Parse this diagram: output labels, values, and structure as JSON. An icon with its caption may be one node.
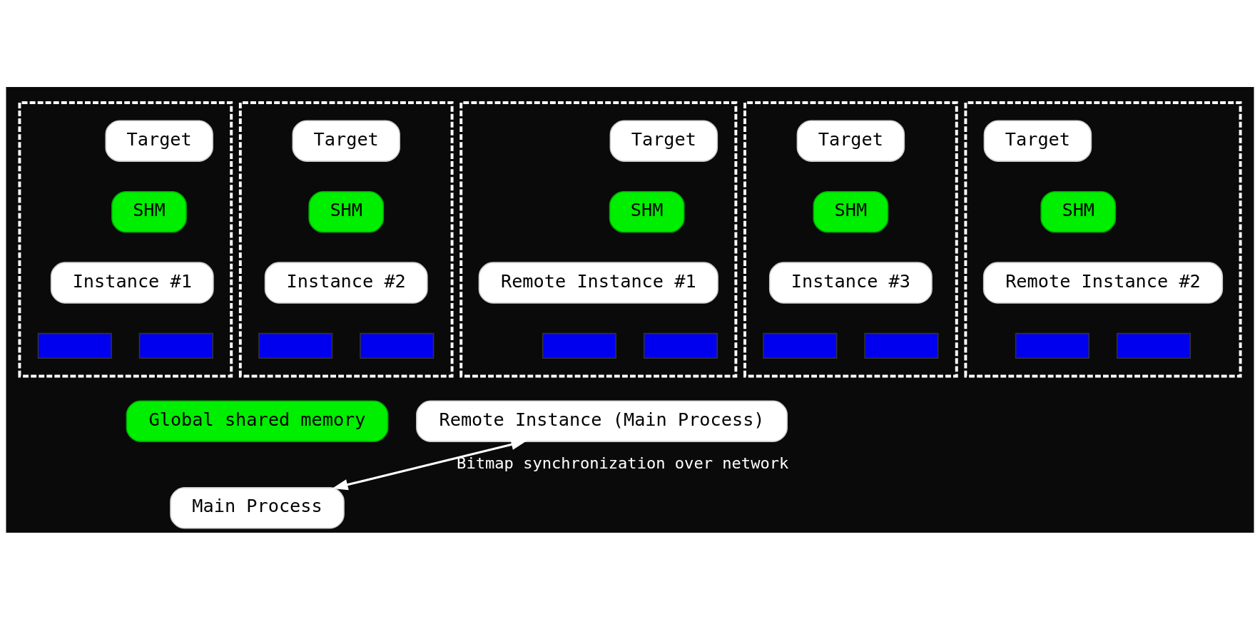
{
  "diagram": {
    "nodes": [
      {
        "text": [],
        "shape": "box"
      },
      {
        "text": [
          "Target"
        ],
        "in": 0
      },
      {
        "text": [
          "SHM"
        ],
        "in": 0
      },
      {
        "text": [
          "Instance #1"
        ],
        "in": 0
      },
      {
        "text": [],
        "shape": "bar",
        "in": 0
      },
      {
        "text": [],
        "shape": "bar",
        "in": 0
      },
      {
        "text": [],
        "shape": "box"
      },
      {
        "text": [
          "Target"
        ],
        "in": 6
      },
      {
        "text": [
          "SHM"
        ],
        "in": 6
      },
      {
        "text": [
          "Instance #2"
        ],
        "in": 6
      },
      {
        "text": [],
        "shape": "bar",
        "in": 6
      },
      {
        "text": [],
        "shape": "bar",
        "in": 6
      },
      {
        "text": [],
        "shape": "box"
      },
      {
        "text": [
          "Target"
        ],
        "in": 12
      },
      {
        "text": [
          "SHM"
        ],
        "in": 12
      },
      {
        "text": [
          "Instance #3"
        ],
        "in": 12
      },
      {
        "text": [],
        "shape": "bar",
        "in": 12
      },
      {
        "text": [],
        "shape": "bar",
        "in": 12
      },
      {
        "text": [],
        "shape": "box"
      },
      {
        "text": [
          "Target"
        ],
        "in": 18
      },
      {
        "text": [
          "SHM"
        ],
        "in": 18
      },
      {
        "text": [
          "Remote Instance #2"
        ],
        "in": 18
      },
      {
        "text": [],
        "shape": "bar",
        "in": 18
      },
      {
        "text": [],
        "shape": "bar",
        "in": 18
      },
      {
        "text": [],
        "shape": "box"
      },
      {
        "text": [
          "Target"
        ],
        "in": 24
      },
      {
        "text": [
          "SHM"
        ],
        "in": 24
      },
      {
        "text": [
          "Remote Instance #1"
        ],
        "in": 24
      },
      {
        "text": [],
        "shape": "bar",
        "in": 24
      },
      {
        "text": [],
        "shape": "bar",
        "in": 24
      },
      {
        "text": [
          "Remote Instance (Main Process)"
        ]
      },
      {
        "text": [
          "Global shared memory"
        ]
      },
      {
        "text": [
          "Main Process"
        ]
      }
    ],
    "edges": [
      {
        "from": 32,
        "to": 30,
        "arrow": "both",
        "label": "Bitmap synchronization over network"
      }
    ]
  }
}
